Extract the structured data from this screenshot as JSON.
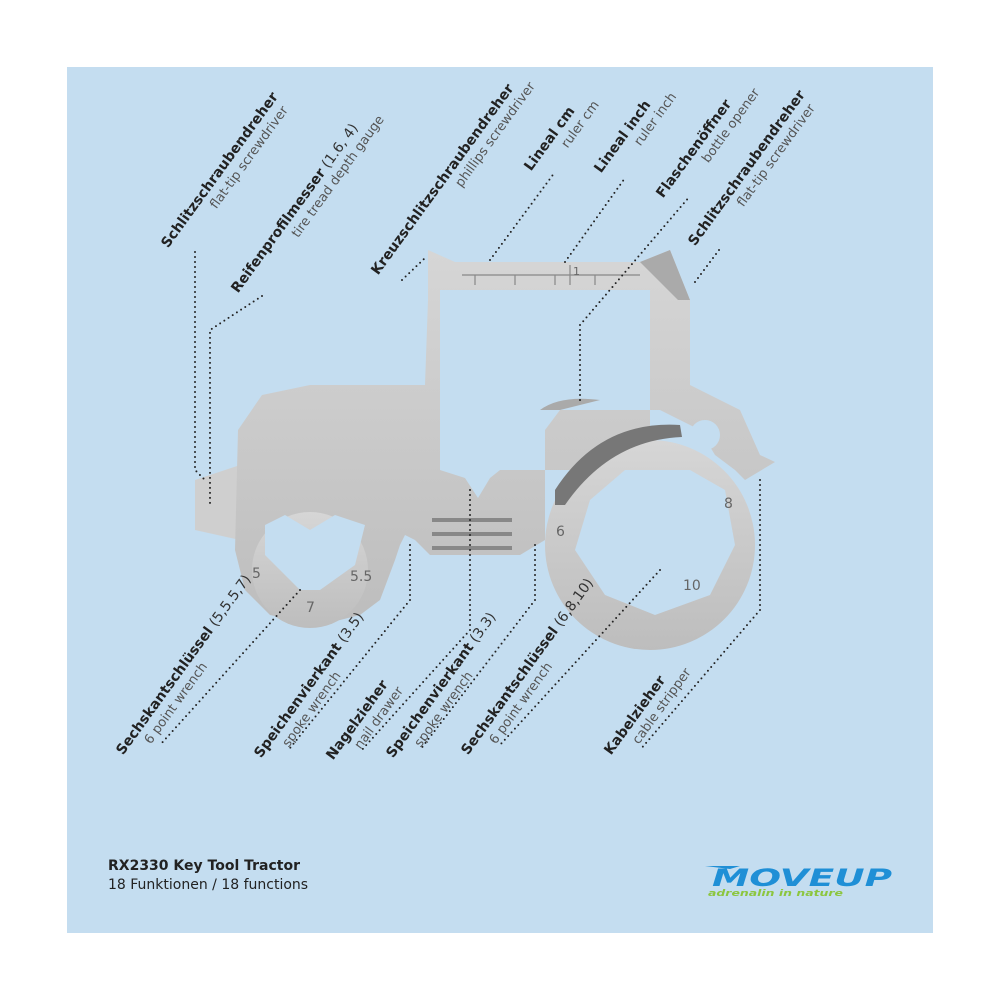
{
  "colors": {
    "background": "#c4ddf0",
    "metal": "#c8c8c8",
    "logo_blue": "#1f8fd6",
    "logo_green": "#8cc63f"
  },
  "top_labels": [
    {
      "de": "Schlitzschraubendreher",
      "spec": "",
      "en": "flat-tip screwdriver"
    },
    {
      "de": "Reifenprofilmesser",
      "spec": " (1.6, 4)",
      "en": "tire tread depth gauge"
    },
    {
      "de": "Kreuzschlitzschraubendreher",
      "spec": "",
      "en": "phillips screwdriver"
    },
    {
      "de": "Lineal cm",
      "spec": "",
      "en": "ruler cm"
    },
    {
      "de": "Lineal inch",
      "spec": "",
      "en": "ruler inch"
    },
    {
      "de": "Flaschenöffner",
      "spec": "",
      "en": "bottle opener"
    },
    {
      "de": "Schlitzschraubendreher",
      "spec": "",
      "en": "flat-tip screwdriver"
    }
  ],
  "bottom_labels": [
    {
      "de": "Sechskantschlüssel",
      "spec": " (5,5.5,7)",
      "en": "6 point wrench"
    },
    {
      "de": "Speichenvierkant",
      "spec": " (3.5)",
      "en": "spoke wrench"
    },
    {
      "de": "Nagelzieher",
      "spec": "",
      "en": "nail drawer"
    },
    {
      "de": "Speichenvierkant",
      "spec": " (3.3)",
      "en": "spoke wrench"
    },
    {
      "de": "Sechskantschlüssel",
      "spec": " (6,8,10)",
      "en": "6 point wrench"
    },
    {
      "de": "Kabelzieher",
      "spec": "",
      "en": "cable stripper"
    }
  ],
  "tool_markings": {
    "ruler": "1",
    "small_wrench": [
      "5",
      "5.5",
      "7"
    ],
    "large_wrench": [
      "6",
      "8",
      "10"
    ]
  },
  "caption": {
    "title": "RX2330 Key Tool Tractor",
    "subtitle": "18 Funktionen / 18 functions"
  },
  "logo": {
    "brand": "MOVEUP",
    "tagline": "adrenalin in nature"
  }
}
